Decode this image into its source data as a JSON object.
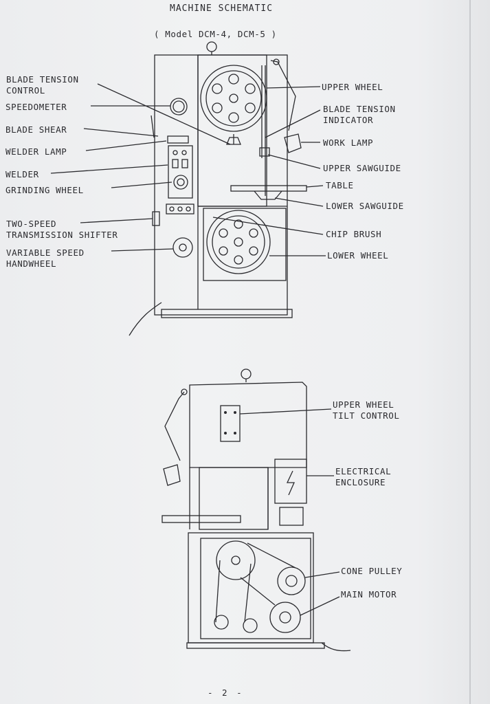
{
  "header": {
    "title": "MACHINE SCHEMATIC",
    "subtitle": "( Model DCM-4, DCM-5 )"
  },
  "front_view_labels": {
    "blade_tension_control": "BLADE TENSION\nCONTROL",
    "speedometer": "SPEEDOMETER",
    "blade_shear": "BLADE SHEAR",
    "welder_lamp": "WELDER LAMP",
    "welder": "WELDER",
    "grinding_wheel": "GRINDING WHEEL",
    "two_speed_shifter": "TWO-SPEED\nTRANSMISSION SHIFTER",
    "variable_speed_handwheel": "VARIABLE SPEED\nHANDWHEEL",
    "upper_wheel": "UPPER WHEEL",
    "blade_tension_indicator": "BLADE TENSION\nINDICATOR",
    "work_lamp": "WORK LAMP",
    "upper_sawguide": "UPPER SAWGUIDE",
    "table": "TABLE",
    "lower_sawguide": "LOWER SAWGUIDE",
    "chip_brush": "CHIP BRUSH",
    "lower_wheel": "LOWER WHEEL"
  },
  "rear_view_labels": {
    "upper_wheel_tilt_control": "UPPER WHEEL\nTILT CONTROL",
    "electrical_enclosure": "ELECTRICAL\nENCLOSURE",
    "cone_pulley": "CONE PULLEY",
    "main_motor": "MAIN MOTOR"
  },
  "footer": {
    "page_number": "- 2 -"
  },
  "colors": {
    "ink": "#2a2a2e",
    "paper": "#eeeff1"
  }
}
